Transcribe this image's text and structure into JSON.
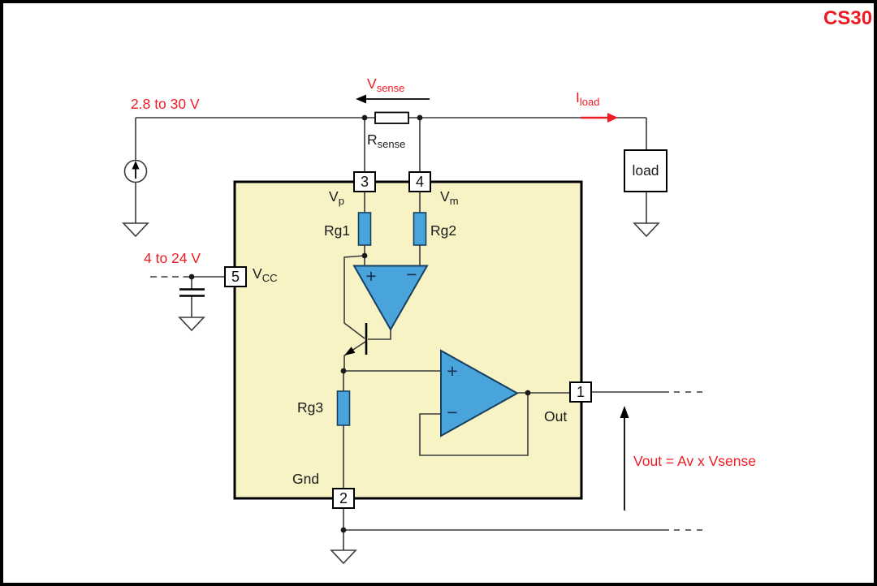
{
  "title": "CS30",
  "colors": {
    "accent_red": "#ed1c24",
    "ic_fill": "#f7f3c4",
    "component_blue": "#4aa4dc",
    "wire": "#3a3a3a"
  },
  "supply": {
    "battery_range": "2.8 to 30 V",
    "vcc_range": "4 to 24 V"
  },
  "net_labels": {
    "vsense": {
      "main": "V",
      "sub": "sense"
    },
    "rsense": {
      "main": "R",
      "sub": "sense"
    },
    "iload": {
      "main": "I",
      "sub": "load"
    },
    "vp": {
      "main": "V",
      "sub": "p"
    },
    "vm": {
      "main": "V",
      "sub": "m"
    },
    "vcc": {
      "main": "V",
      "sub": "CC"
    },
    "load": "load",
    "gnd": "Gnd",
    "out": "Out",
    "formula": "Vout = Av x Vsense"
  },
  "components": {
    "rg1": "Rg1",
    "rg2": "Rg2",
    "rg3": "Rg3"
  },
  "pins": {
    "out": "1",
    "gnd": "2",
    "vp": "3",
    "vm": "4",
    "vcc": "5"
  },
  "opamp": {
    "plus": "+",
    "minus": "−"
  }
}
